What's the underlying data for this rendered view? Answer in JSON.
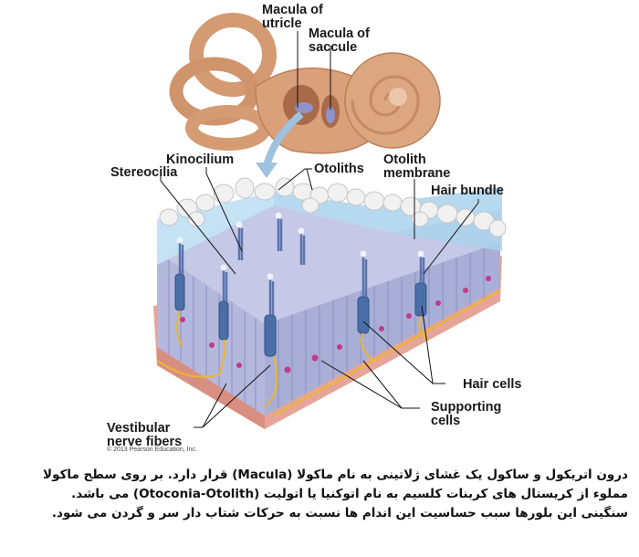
{
  "figure": {
    "labels": {
      "macula_utricle": [
        "Macula of",
        "utricle"
      ],
      "macula_saccule": [
        "Macula of",
        "saccule"
      ],
      "kinocilium": "Kinocilium",
      "stereocilia": "Stereocilia",
      "otoliths": "Otoliths",
      "otolith_membrane": [
        "Otolith",
        "membrane"
      ],
      "hair_bundle": "Hair bundle",
      "hair_cells": "Hair cells",
      "supporting_cells": [
        "Supporting",
        "cells"
      ],
      "vestibular_nerve_fibers": [
        "Vestibular",
        "nerve fibers"
      ]
    },
    "copyright": "© 2013 Pearson Education, Inc.",
    "colors": {
      "ear_tan": "#d9a07a",
      "membrane_blue": "#a9d2ec",
      "cell_lavender": "#aeb2d6",
      "hair_cell_blue": "#4a6fa8",
      "nerve_yellow": "#e8b830",
      "base_pink": "#e6a598",
      "nucleus_magenta": "#c23a8a"
    }
  },
  "caption": {
    "lines": [
      "درون اتریکول و ساکول یک غشای ژلاتینی به نام ماکولا (Macula) قرار دارد. بر روی سطح ماکولا",
      "مملوء از کریستال های کربنات کلسیم به نام اتوکنیا یا اتولیت (Otoconia-Otolith) می باشد.",
      "سنگینی این بلورها سبب حساسیت این اندام ها نسبت به حرکات شتاب دار سر و گردن می شود."
    ]
  }
}
